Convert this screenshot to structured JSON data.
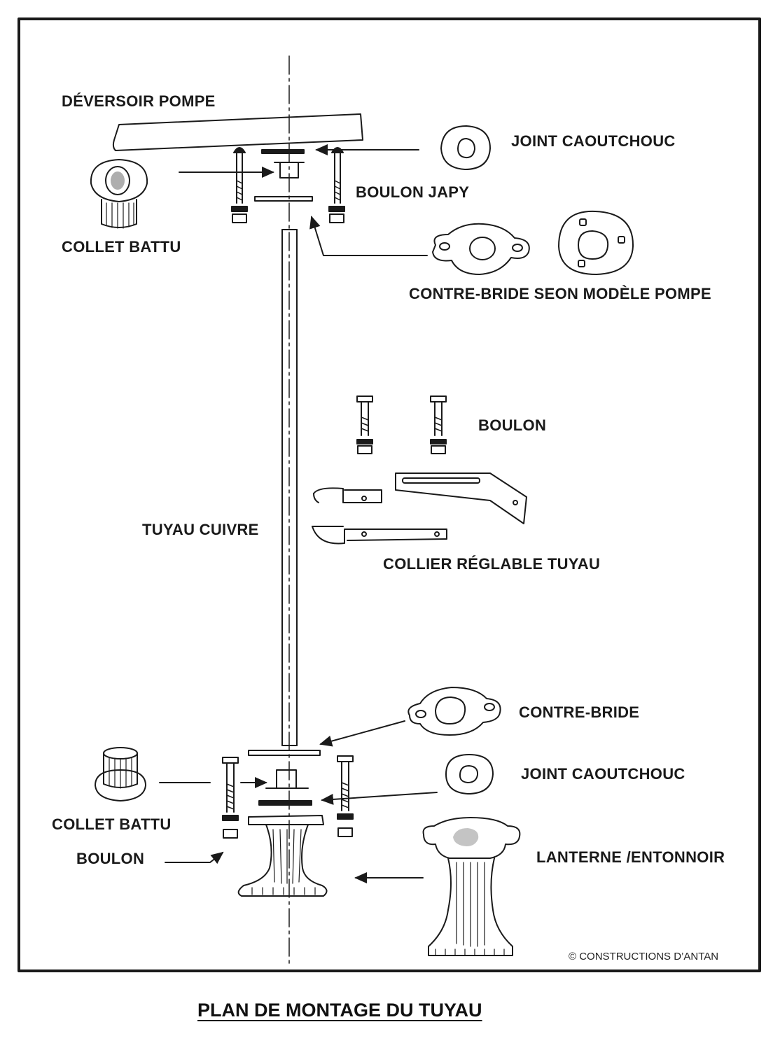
{
  "labels": {
    "deversoir": "DÉVERSOIR POMPE",
    "joint_top": "JOINT CAOUTCHOUC",
    "boulon_japy": "BOULON JAPY",
    "collet_top": "COLLET BATTU",
    "contre_bride_top": "CONTRE-BRIDE SEON MODÈLE POMPE",
    "boulon_mid": "BOULON",
    "tuyau": "TUYAU CUIVRE",
    "collier": "COLLIER RÉGLABLE TUYAU",
    "contre_bride_bottom": "CONTRE-BRIDE",
    "joint_bottom": "JOINT CAOUTCHOUC",
    "collet_bottom": "COLLET BATTU",
    "boulon_bottom": "BOULON",
    "lanterne": "LANTERNE /ENTONNOIR"
  },
  "copyright": "© CONSTRUCTIONS D’ANTAN",
  "title": "PLAN DE MONTAGE DU TUYAU",
  "colors": {
    "ink": "#1a1a1a",
    "paper": "#ffffff"
  }
}
